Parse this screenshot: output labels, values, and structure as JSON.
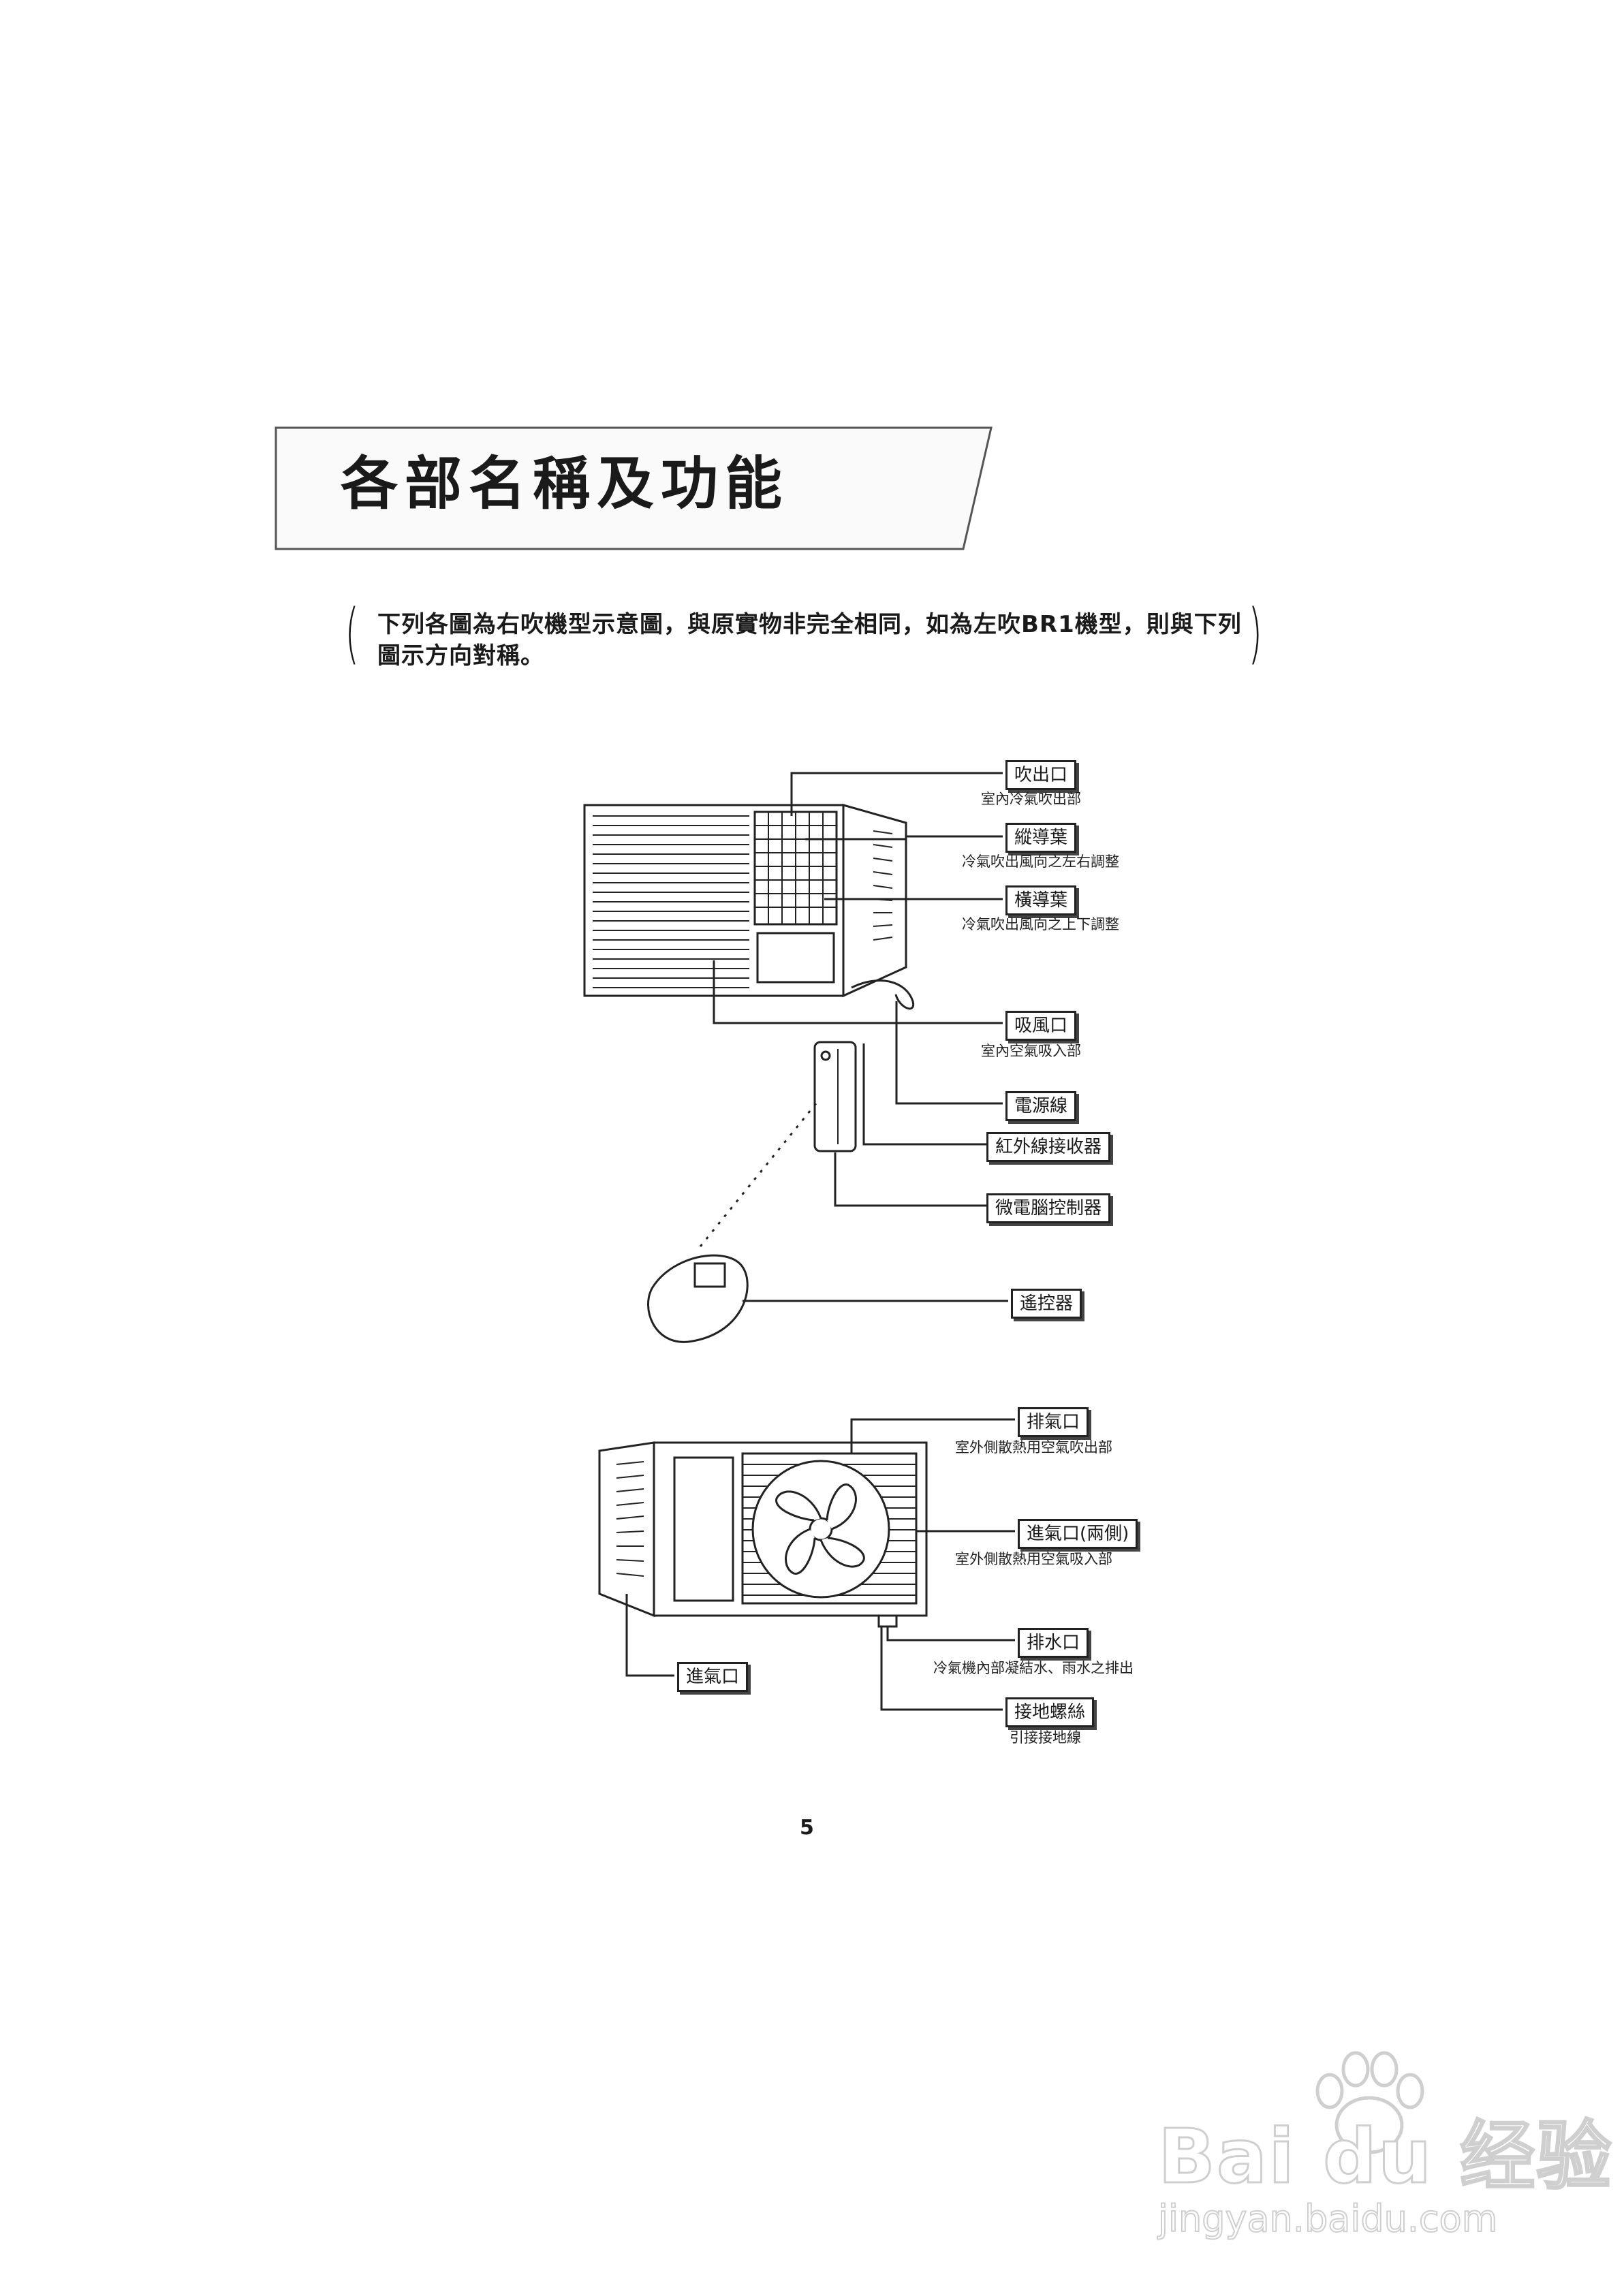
{
  "page": {
    "title": "各部名稱及功能",
    "note": "下列各圖為右吹機型示意圖，與原實物非完全相同，如為左吹BR1機型，則與下列圖示方向對稱。",
    "paren_left": "(",
    "paren_right": ")",
    "page_number": "5"
  },
  "indoor_labels": [
    {
      "label": "吹出口",
      "desc": "室內冷氣吹出部"
    },
    {
      "label": "縱導葉",
      "desc": "冷氣吹出風向之左右調整"
    },
    {
      "label": "橫導葉",
      "desc": "冷氣吹出風向之上下調整"
    },
    {
      "label": "吸風口",
      "desc": "室內空氣吸入部"
    },
    {
      "label": "電源線",
      "desc": ""
    },
    {
      "label": "紅外線接收器",
      "desc": ""
    },
    {
      "label": "微電腦控制器",
      "desc": ""
    },
    {
      "label": "遙控器",
      "desc": ""
    }
  ],
  "outdoor_labels": [
    {
      "label": "排氣口",
      "desc": "室外側散熱用空氣吹出部"
    },
    {
      "label": "進氣口(兩側)",
      "desc": "室外側散熱用空氣吸入部"
    },
    {
      "label": "排水口",
      "desc": "冷氣機內部凝結水、雨水之排出"
    },
    {
      "label": "接地螺絲",
      "desc": "引接接地線"
    },
    {
      "label": "進氣口",
      "desc": ""
    }
  ],
  "watermark": {
    "brand": "Bai du 经验",
    "url": "jingyan.baidu.com",
    "logo_icon": "paw-icon"
  }
}
